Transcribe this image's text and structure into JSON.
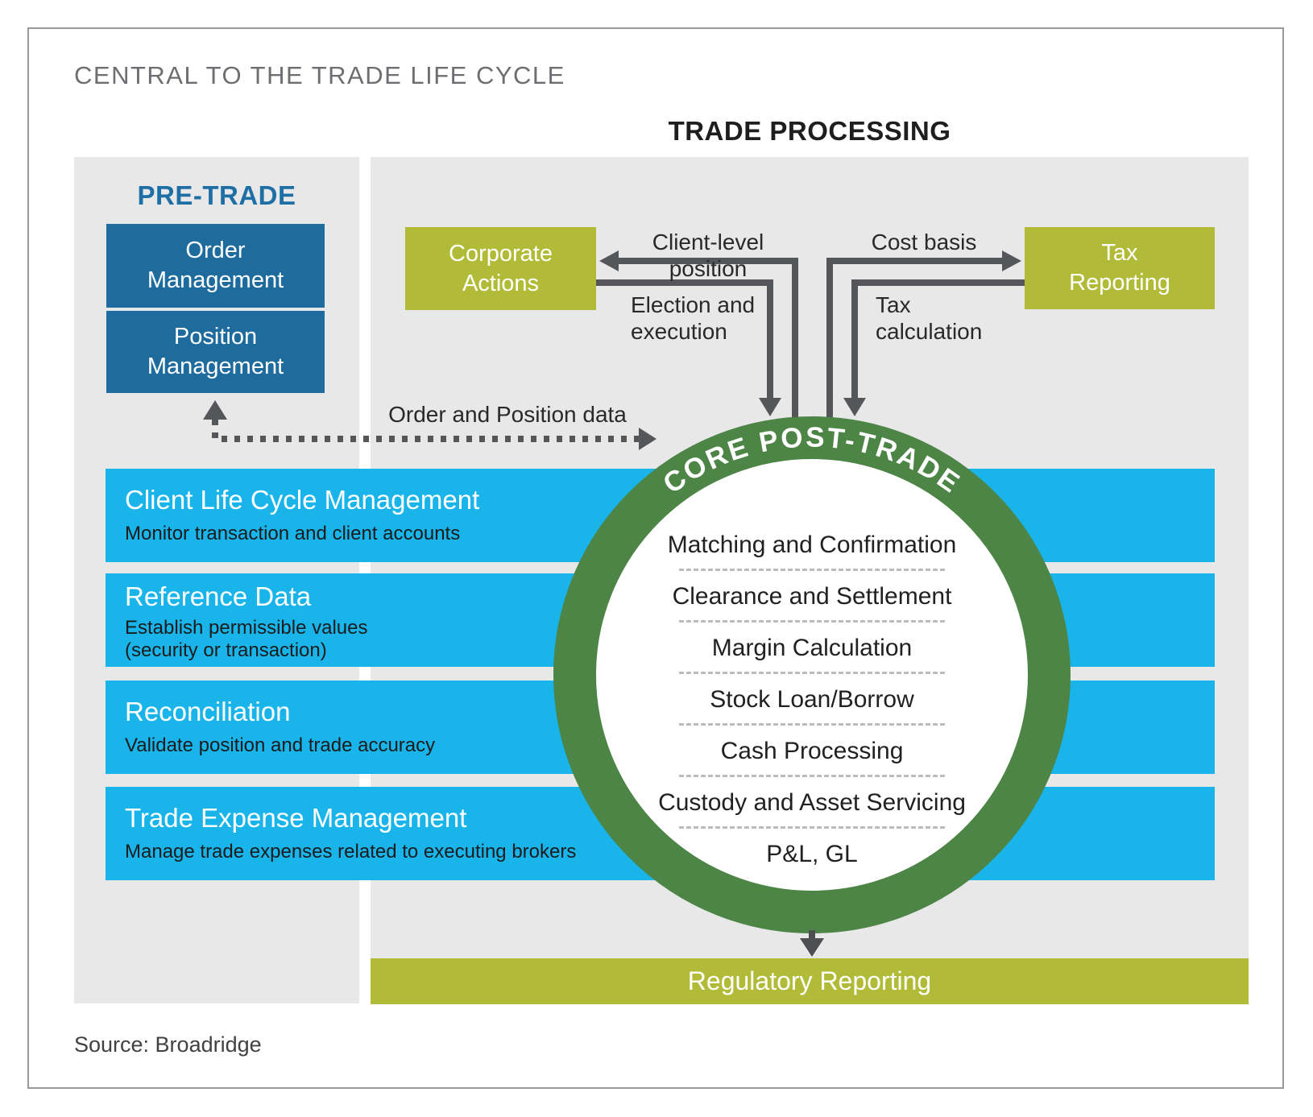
{
  "title": "CENTRAL TO THE TRADE LIFE CYCLE",
  "source_note": "Source: Broadridge",
  "sections": {
    "trade_processing_label": "TRADE PROCESSING",
    "pre_trade_label": "PRE-TRADE"
  },
  "pre_trade_boxes": {
    "order_management": {
      "line1": "Order",
      "line2": "Management"
    },
    "position_management": {
      "line1": "Position",
      "line2": "Management"
    }
  },
  "satellite_boxes": {
    "corporate_actions": {
      "line1": "Corporate",
      "line2": "Actions"
    },
    "tax_reporting": {
      "line1": "Tax",
      "line2": "Reporting"
    }
  },
  "flow_labels": {
    "client_level_position": "Client-level position",
    "cost_basis": "Cost basis",
    "election_execution": {
      "line1": "Election and",
      "line2": "execution"
    },
    "tax_calculation": {
      "line1": "Tax",
      "line2": "calculation"
    },
    "order_position_data": "Order and Position data"
  },
  "core_circle": {
    "arc_label": "CORE POST-TRADE",
    "items": [
      "Matching and Confirmation",
      "Clearance and Settlement",
      "Margin Calculation",
      "Stock Loan/Borrow",
      "Cash Processing",
      "Custody and Asset Servicing",
      "P&L, GL"
    ]
  },
  "bands": [
    {
      "title": "Client Life Cycle Management",
      "sub1": "Monitor transaction and client accounts"
    },
    {
      "title": "Reference Data",
      "sub1": "Establish permissible values",
      "sub2": "(security or transaction)"
    },
    {
      "title": "Reconciliation",
      "sub1": "Validate position and trade accuracy"
    },
    {
      "title": "Trade Expense Management",
      "sub1": "Manage trade expenses related to executing brokers"
    }
  ],
  "regulatory_reporting_label": "Regulatory Reporting",
  "colors": {
    "cyan_band": "#19b4e9",
    "pre_trade_blue": "#1e6b9d",
    "olive_green": "#b1bb37",
    "ring_green": "#4d8546",
    "panel_gray": "#e8e8e8",
    "arrow_gray": "#54565a",
    "title_gray": "#6d6e71",
    "pre_trade_label_blue": "#1e6fa5"
  }
}
